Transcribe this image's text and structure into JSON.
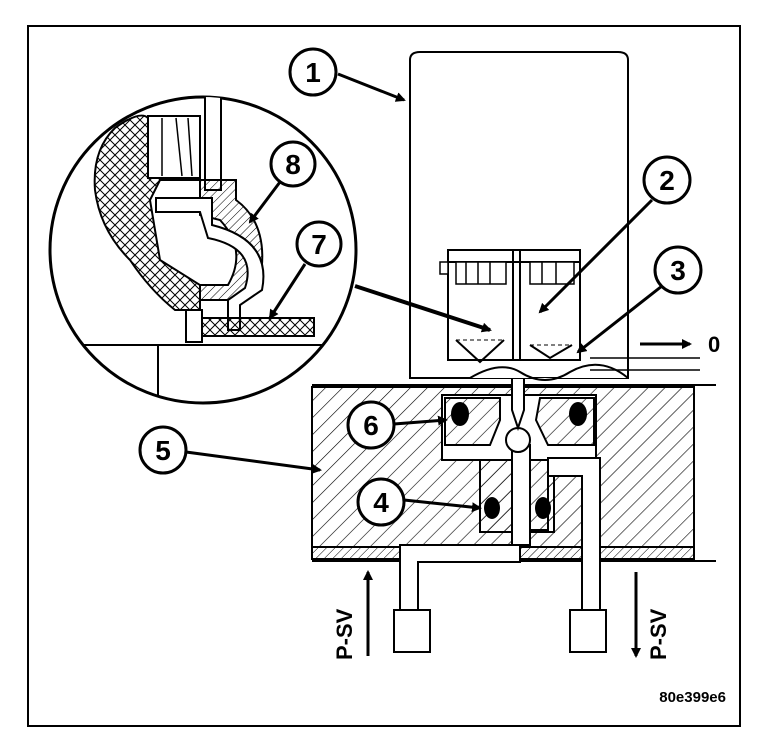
{
  "callouts": [
    {
      "id": "1",
      "text": "1"
    },
    {
      "id": "2",
      "text": "2"
    },
    {
      "id": "3",
      "text": "3"
    },
    {
      "id": "4",
      "text": "4"
    },
    {
      "id": "5",
      "text": "5"
    },
    {
      "id": "6",
      "text": "6"
    },
    {
      "id": "7",
      "text": "7"
    },
    {
      "id": "8",
      "text": "8"
    }
  ],
  "flow_labels": {
    "left": "P-SV",
    "right": "P-SV",
    "outlet": "0"
  },
  "reference_code": "80e399e6",
  "colors": {
    "line": "#000000",
    "background": "#ffffff"
  }
}
